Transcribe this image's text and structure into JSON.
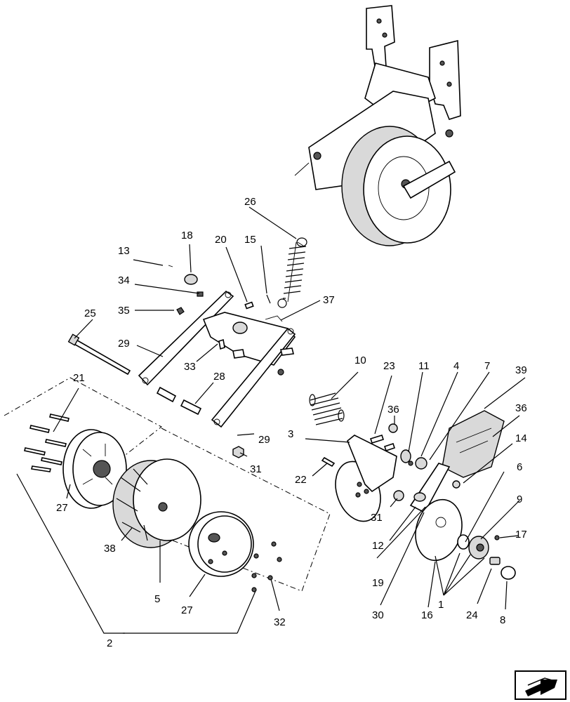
{
  "labels": {
    "l1": "1",
    "l2": "2",
    "l3": "3",
    "l4": "4",
    "l5": "5",
    "l6": "6",
    "l7": "7",
    "l8": "8",
    "l9": "9",
    "l10": "10",
    "l11": "11",
    "l12": "12",
    "l13": "13",
    "l14": "14",
    "l15": "15",
    "l16": "16",
    "l17": "17",
    "l18": "18",
    "l19": "19",
    "l20": "20",
    "l21": "21",
    "l22": "22",
    "l23": "23",
    "l24": "24",
    "l25": "25",
    "l26": "26",
    "l27": "27",
    "l28": "28",
    "l29": "29",
    "l30": "30",
    "l31": "31",
    "l32": "32",
    "l33": "33",
    "l34": "34",
    "l35": "35",
    "l36": "36",
    "l37": "37",
    "l38": "38",
    "l39": "39"
  },
  "icons": {
    "nav": "next-page-arrow-icon"
  }
}
